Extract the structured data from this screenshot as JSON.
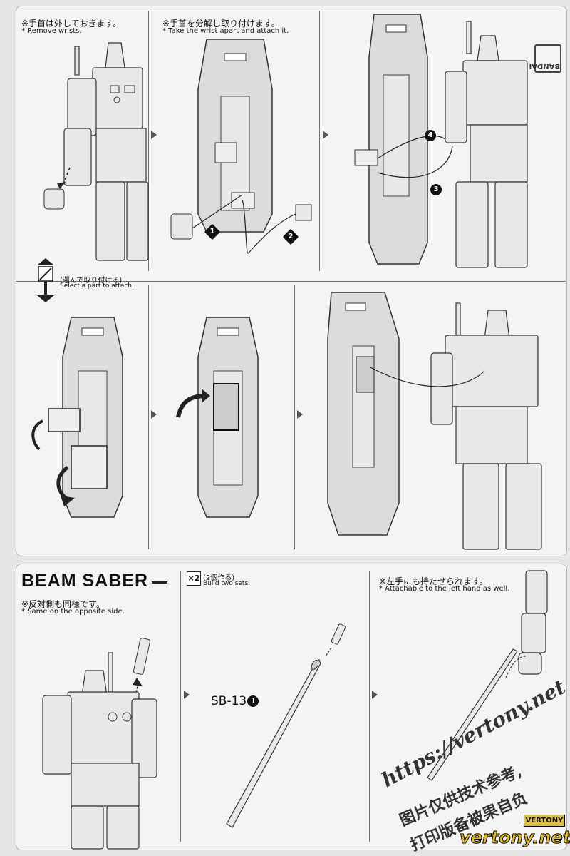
{
  "step_remove": {
    "jp": "※手首は外しておきます。",
    "en": "* Remove wrists."
  },
  "step_attach": {
    "jp": "※手首を分解し取り付けます。",
    "en": "* Take the wrist apart and attach it."
  },
  "choose": {
    "jp": "(選んで取り付ける)",
    "en": "Select a part to attach."
  },
  "bandai": "BANDAI",
  "beam_saber": {
    "title": "BEAM SABER",
    "opposite_jp": "※反対側も同様です。",
    "opposite_en": "* Same on the opposite side.",
    "x2_badge": "×2",
    "build_jp": "(2個作る)",
    "build_en": "Build two sets.",
    "left_hand_jp": "※左手にも持たせられます。",
    "left_hand_en": "* Attachable to the left hand as well.",
    "part_code": "SB-13",
    "part_num": "1"
  },
  "step_numbers": [
    "1",
    "2",
    "3",
    "4"
  ],
  "watermark": {
    "url": "https://vertony.net",
    "cn_line1": "图片仅供技术参考,",
    "cn_line2": "打印版备被果自负",
    "logo": "VERTONY",
    "logo_url": "vertony.net"
  },
  "colors": {
    "panel": "#f4f4f4",
    "line": "#6f6f6f",
    "page": "#e6e6e6",
    "logo_gold": "#e0c040"
  }
}
